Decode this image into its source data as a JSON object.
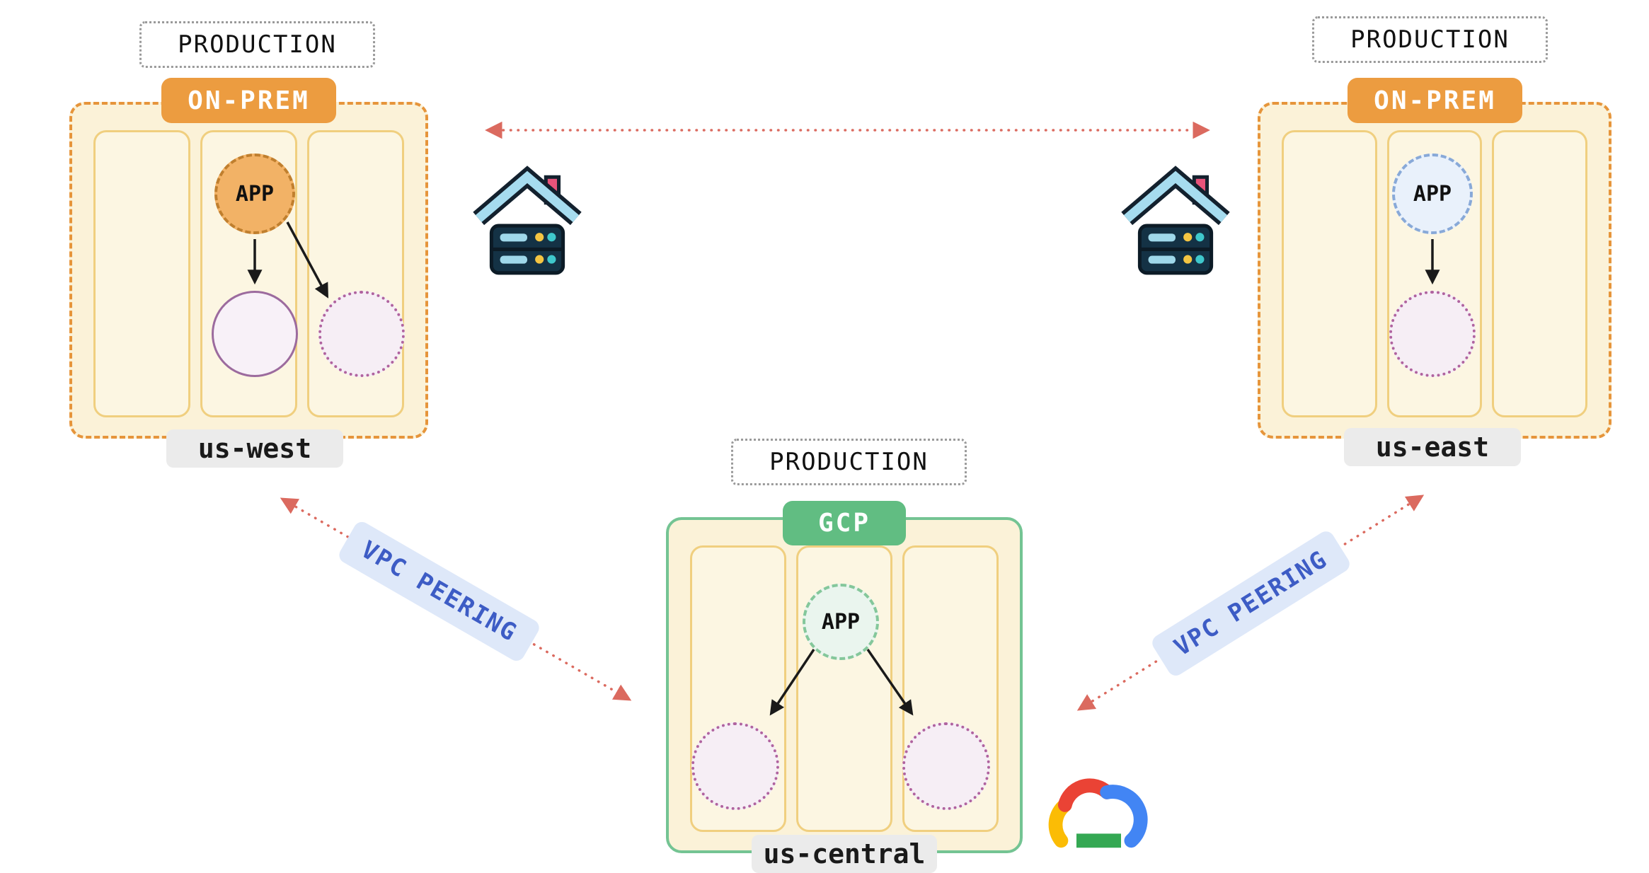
{
  "diagram": {
    "regions": [
      {
        "environment": "PRODUCTION",
        "platform": "ON-PREM",
        "app": "APP",
        "name": "us-west"
      },
      {
        "environment": "PRODUCTION",
        "platform": "ON-PREM",
        "app": "APP",
        "name": "us-east"
      },
      {
        "environment": "PRODUCTION",
        "platform": "GCP",
        "app": "APP",
        "name": "us-central"
      }
    ],
    "connections": [
      {
        "from": "us-west",
        "to": "us-east",
        "style": "red-dotted-double-arrow",
        "label": ""
      },
      {
        "from": "us-west",
        "to": "us-central",
        "style": "red-dotted-double-arrow",
        "label": "VPC PEERING"
      },
      {
        "from": "us-central",
        "to": "us-east",
        "style": "red-dotted-double-arrow",
        "label": "VPC PEERING"
      }
    ],
    "icons": {
      "west": "datacenter-icon",
      "east": "datacenter-icon",
      "central": "gcp-cloud-icon"
    },
    "colors": {
      "onprem_badge": "#EC9C40",
      "gcp_badge": "#61BD82",
      "box_fill": "#FBF2D8",
      "column_fill": "#FCF6E2",
      "onprem_border": "#E6953B",
      "gcp_border": "#74C493",
      "app_orange": "#F2B266",
      "app_blue": "#E9F1FB",
      "app_green": "#EAF5EE",
      "db_purple_border": "#B0639F",
      "connection_red": "#DB6A5F",
      "vpc_label_text": "#3D5CC5",
      "vpc_label_bg": "#DEE8F9"
    }
  }
}
